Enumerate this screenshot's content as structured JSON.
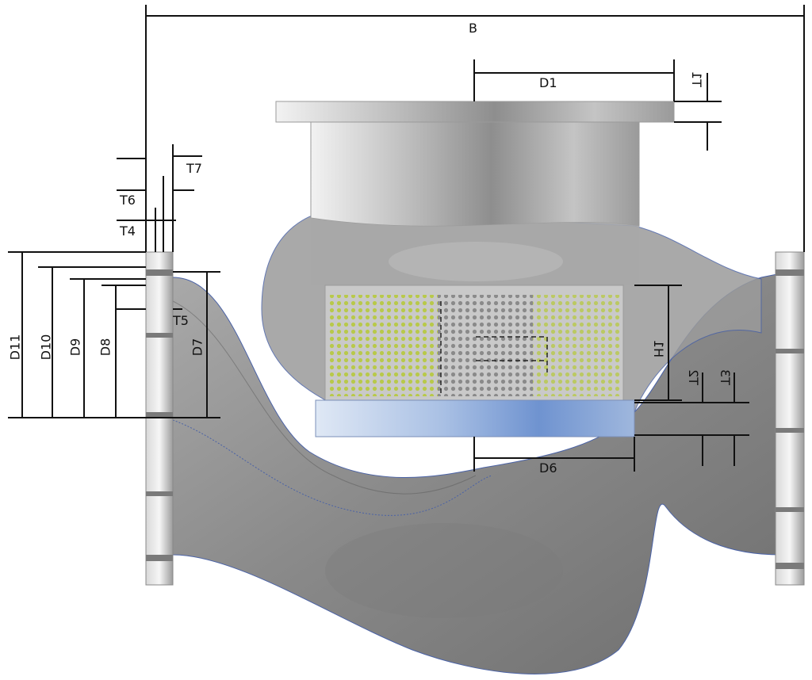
{
  "colors": {
    "body_gray": "#8f8f8f",
    "body_dark": "#6c6c6c",
    "outline_blue": "#4a62a6",
    "screen_green": "#b8c94a",
    "seal_blue": "#7a9ed8",
    "dimension_line": "#111111"
  },
  "labels": {
    "B": "B",
    "D1": "D1",
    "T1": "T1",
    "T6": "T6",
    "T7": "T7",
    "T4": "T4",
    "T5": "T5",
    "D11": "D11",
    "D10": "D10",
    "D9": "D9",
    "D8": "D8",
    "D7": "D7",
    "H1": "H1",
    "T2": "T2",
    "T3": "T3",
    "D6": "D6"
  }
}
